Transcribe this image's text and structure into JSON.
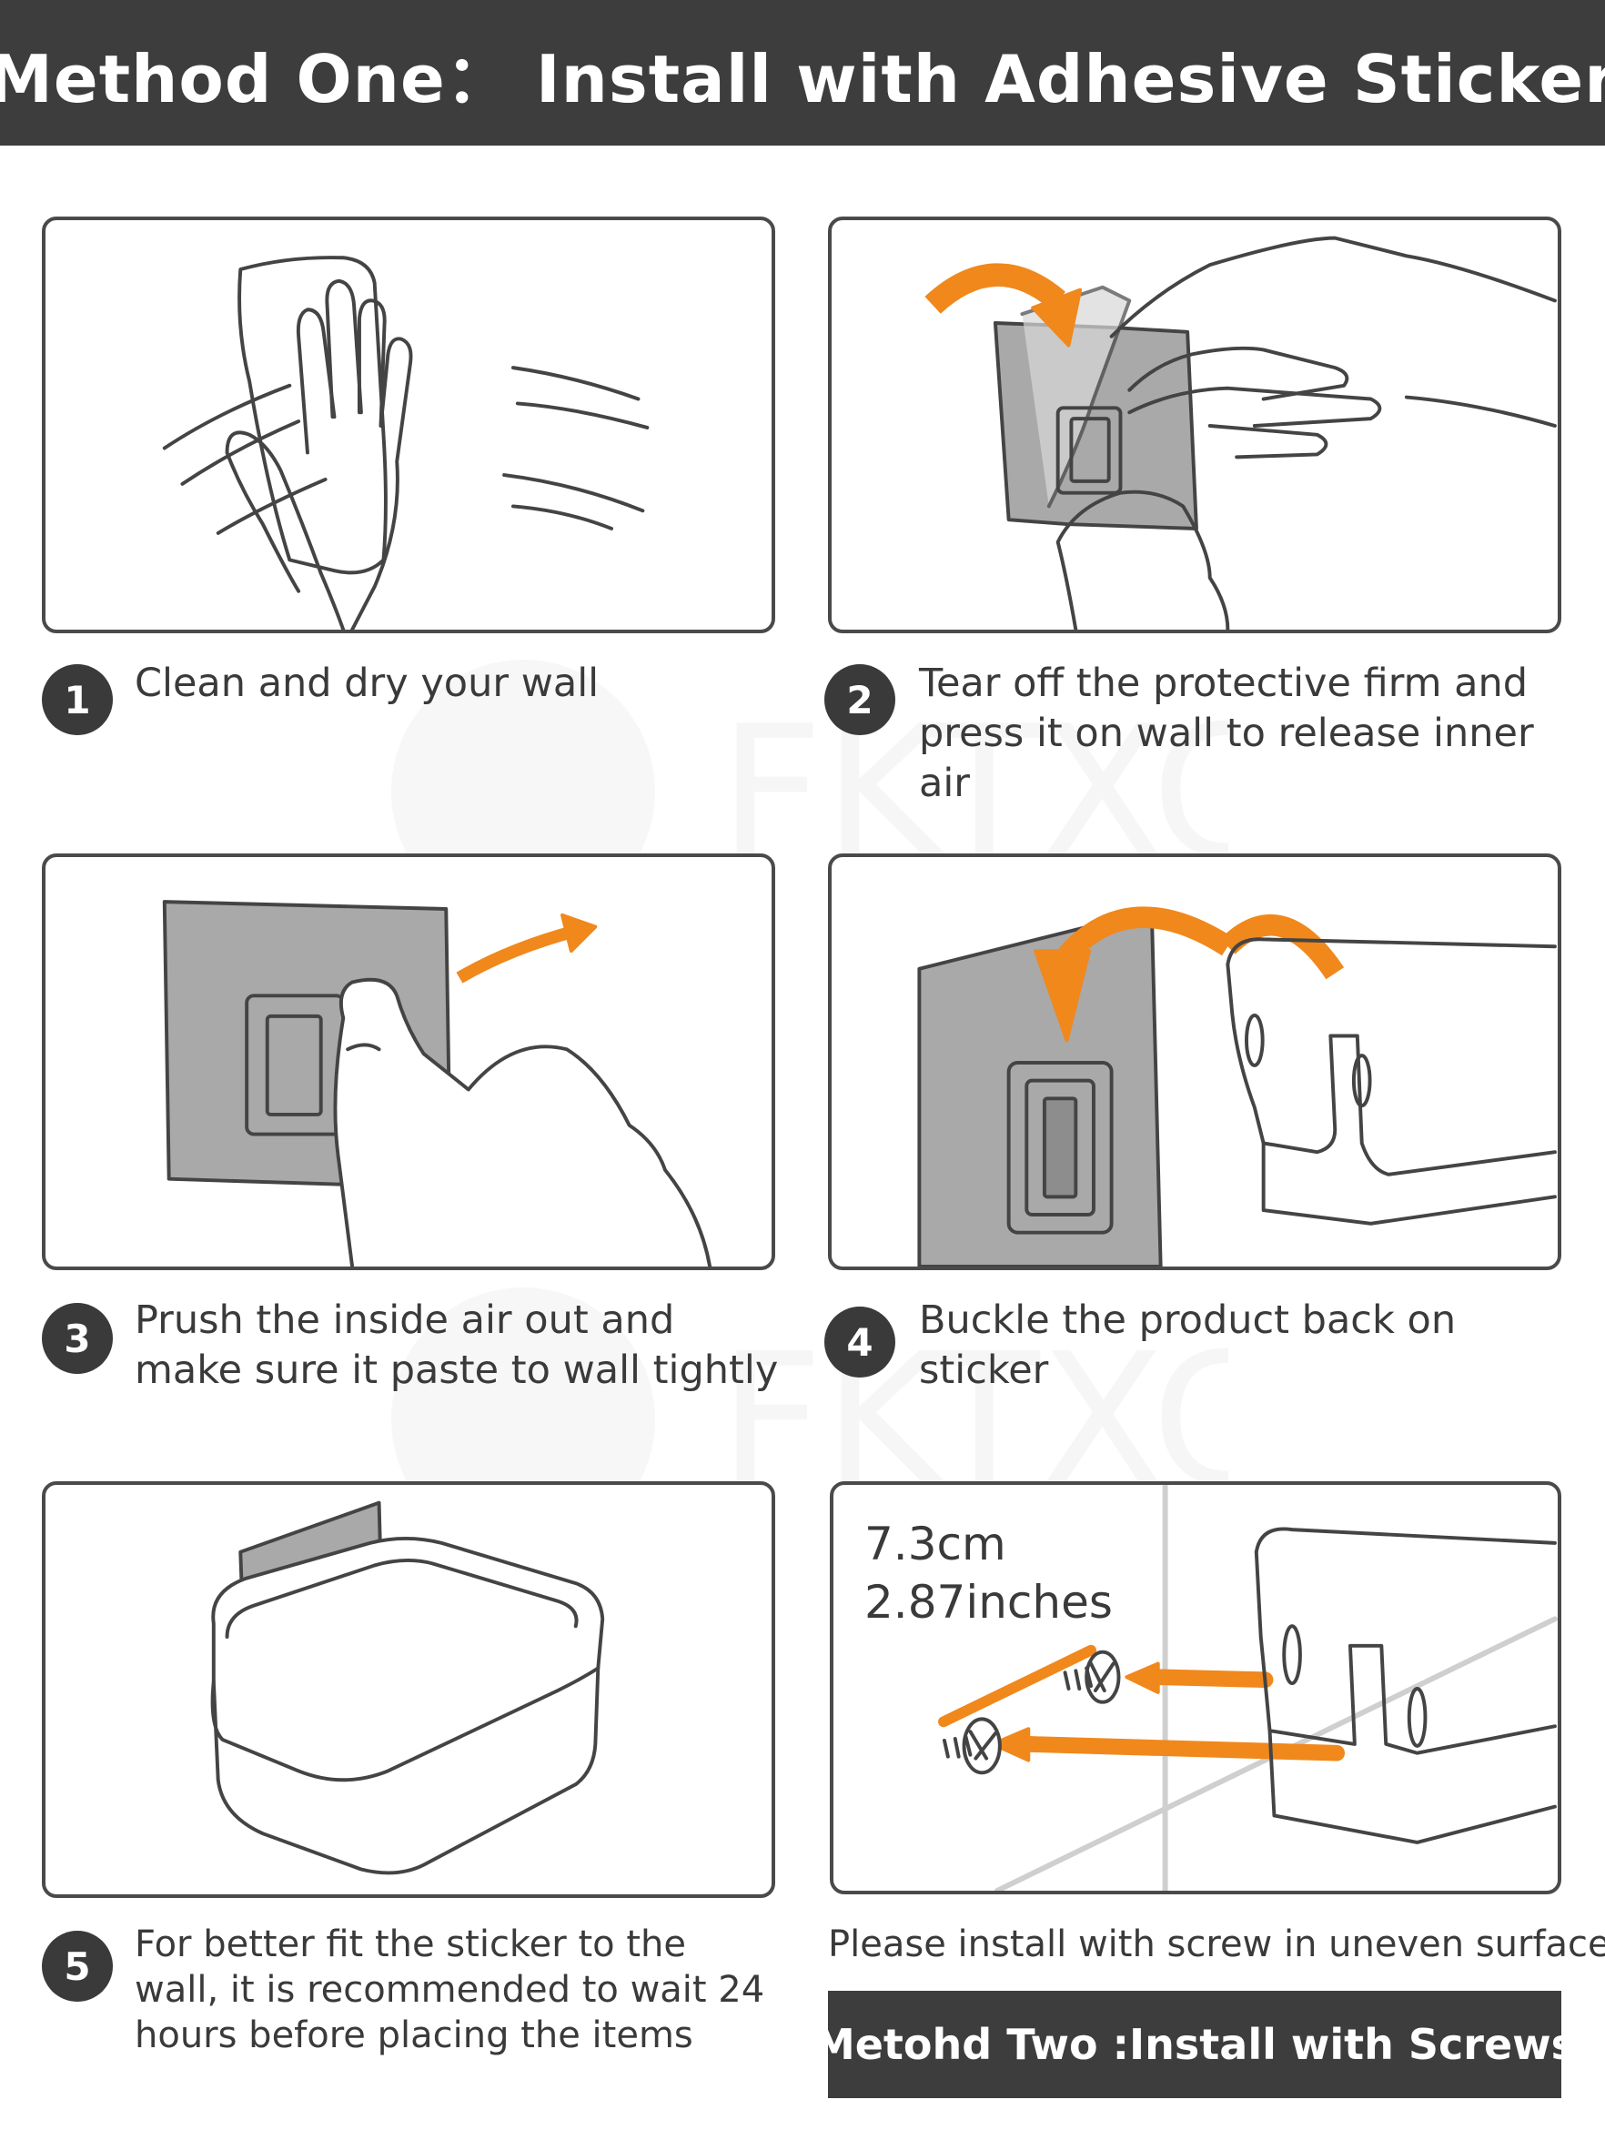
{
  "header": {
    "title": "Method One： Install with Adhesive Sticker"
  },
  "watermark": {
    "text": "FKTXCO"
  },
  "steps": [
    {
      "number": "1",
      "caption": "Clean and dry your wall"
    },
    {
      "number": "2",
      "caption": "Tear off the protective firm and press it on wall to release inner air"
    },
    {
      "number": "3",
      "caption": "Prush the inside air out and make sure it paste to wall tightly"
    },
    {
      "number": "4",
      "caption": "Buckle the product back on sticker"
    },
    {
      "number": "5",
      "caption": "For better fit the sticker to the wall, it is recommended to wait 24 hours before placing the items"
    }
  ],
  "screw_panel": {
    "dimension_cm": "7.3cm",
    "dimension_in": "2.87inches"
  },
  "note": "Please install with screw in uneven surface",
  "method_two": {
    "label": "Metohd Two :Install with Screws"
  },
  "colors": {
    "header_bg": "#3d3d3d",
    "accent_orange": "#f0881c",
    "sticker_gray": "#a9a9a9",
    "line": "#4a4a4a"
  }
}
